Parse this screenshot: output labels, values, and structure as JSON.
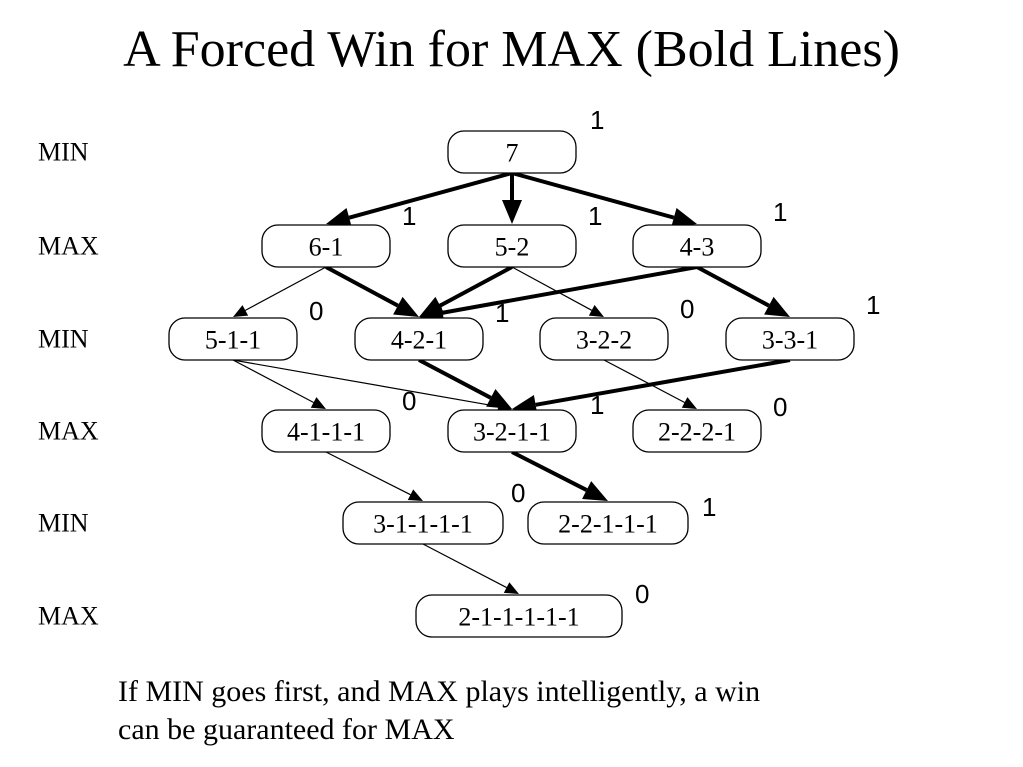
{
  "title": "A Forced Win for MAX (Bold Lines)",
  "levels": [
    "MIN",
    "MAX",
    "MIN",
    "MAX",
    "MIN",
    "MAX"
  ],
  "nodes": [
    {
      "id": "7",
      "label": "7",
      "value": "1"
    },
    {
      "id": "6-1",
      "label": "6-1",
      "value": "1"
    },
    {
      "id": "5-2",
      "label": "5-2",
      "value": "1"
    },
    {
      "id": "4-3",
      "label": "4-3",
      "value": "1"
    },
    {
      "id": "5-1-1",
      "label": "5-1-1",
      "value": "0"
    },
    {
      "id": "4-2-1",
      "label": "4-2-1",
      "value": "1"
    },
    {
      "id": "3-2-2",
      "label": "3-2-2",
      "value": "0"
    },
    {
      "id": "3-3-1",
      "label": "3-3-1",
      "value": "1"
    },
    {
      "id": "4-1-1-1",
      "label": "4-1-1-1",
      "value": "0"
    },
    {
      "id": "3-2-1-1",
      "label": "3-2-1-1",
      "value": "1"
    },
    {
      "id": "2-2-2-1",
      "label": "2-2-2-1",
      "value": "0"
    },
    {
      "id": "3-1-1-1-1",
      "label": "3-1-1-1-1",
      "value": "0"
    },
    {
      "id": "2-2-1-1-1",
      "label": "2-2-1-1-1",
      "value": "1"
    },
    {
      "id": "2-1-1-1-1-1",
      "label": "2-1-1-1-1-1",
      "value": "0"
    }
  ],
  "edges": [
    {
      "from": "7",
      "to": "6-1",
      "bold": true
    },
    {
      "from": "7",
      "to": "5-2",
      "bold": true
    },
    {
      "from": "7",
      "to": "4-3",
      "bold": true
    },
    {
      "from": "6-1",
      "to": "5-1-1",
      "bold": false
    },
    {
      "from": "6-1",
      "to": "4-2-1",
      "bold": true
    },
    {
      "from": "5-2",
      "to": "4-2-1",
      "bold": true
    },
    {
      "from": "5-2",
      "to": "3-2-2",
      "bold": false
    },
    {
      "from": "4-3",
      "to": "4-2-1",
      "bold": true
    },
    {
      "from": "4-3",
      "to": "3-3-1",
      "bold": true
    },
    {
      "from": "5-1-1",
      "to": "4-1-1-1",
      "bold": false
    },
    {
      "from": "5-1-1",
      "to": "3-2-1-1",
      "bold": false
    },
    {
      "from": "4-2-1",
      "to": "3-2-1-1",
      "bold": true
    },
    {
      "from": "3-2-2",
      "to": "2-2-2-1",
      "bold": false
    },
    {
      "from": "3-3-1",
      "to": "3-2-1-1",
      "bold": true
    },
    {
      "from": "4-1-1-1",
      "to": "3-1-1-1-1",
      "bold": false
    },
    {
      "from": "3-2-1-1",
      "to": "2-2-1-1-1",
      "bold": true
    },
    {
      "from": "3-1-1-1-1",
      "to": "2-1-1-1-1-1",
      "bold": false
    }
  ],
  "footer": {
    "line1": "If MIN goes first, and MAX plays intelligently, a win",
    "line2": "can be guaranteed for MAX"
  }
}
